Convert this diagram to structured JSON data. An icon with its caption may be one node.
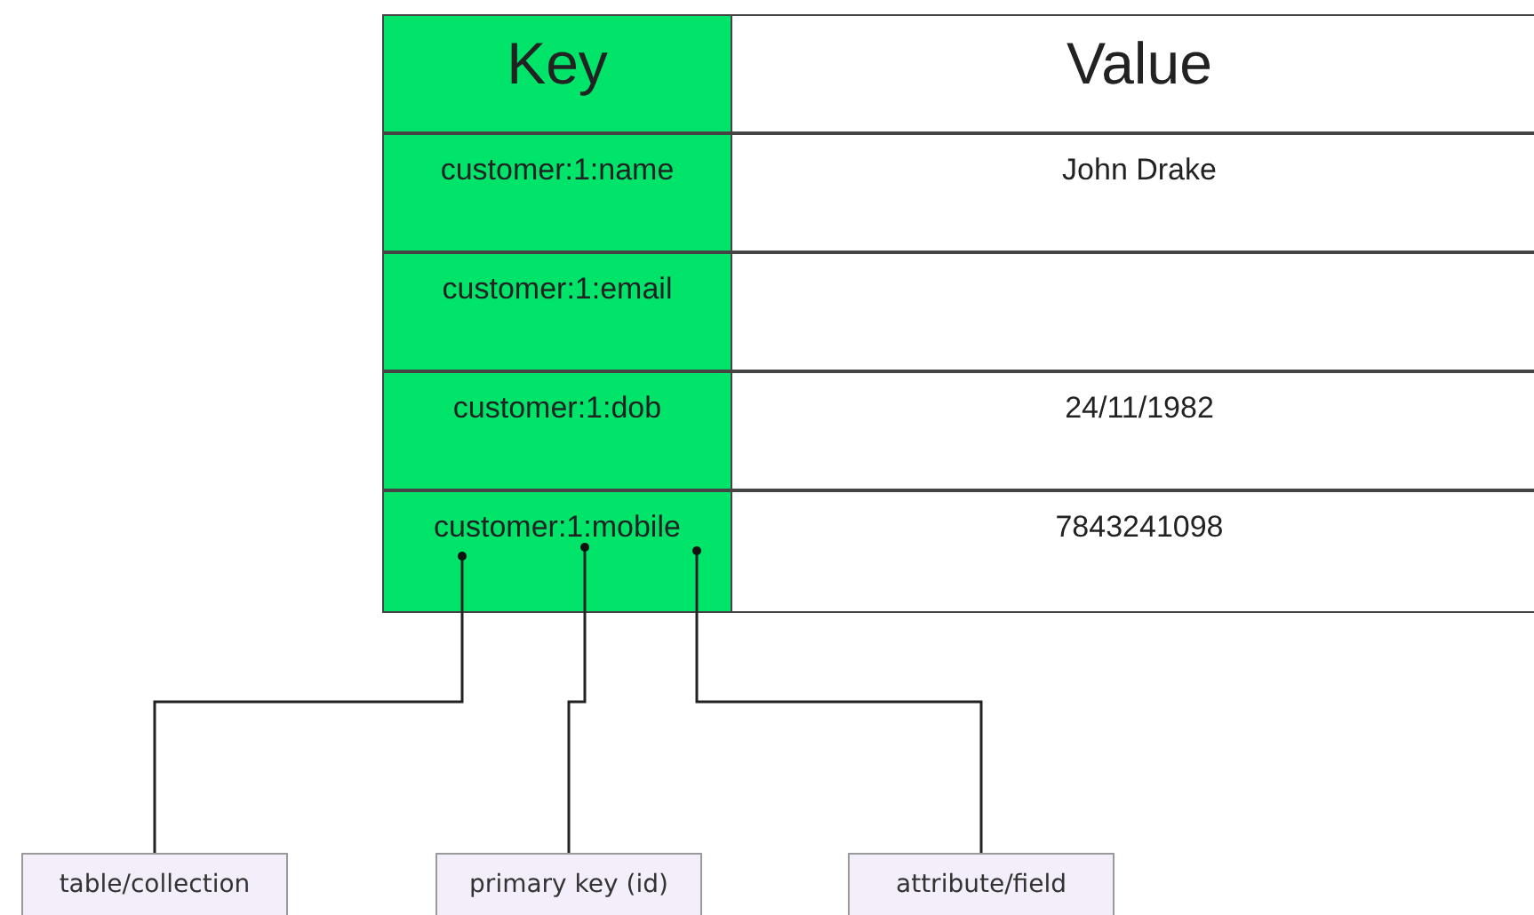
{
  "diagram": {
    "nodes": [
      {
        "text": [
          "customer:1:mobile"
        ]
      },
      {
        "text": [
          "table/collection"
        ]
      },
      {
        "text": [
          "primary key (id)"
        ]
      },
      {
        "text": [
          "attribute/field"
        ]
      }
    ],
    "edges": [
      {
        "from": 1,
        "to": 0,
        "arrow": "other"
      },
      {
        "from": 2,
        "to": 0,
        "arrow": "other"
      },
      {
        "from": 3,
        "to": 0,
        "arrow": "other"
      }
    ],
    "labels": [
      "Key",
      "Value",
      "customer:1:name",
      "John Drake",
      "customer:1:email",
      "customer:1:dob",
      "24/11/1982",
      "7843241098"
    ]
  }
}
